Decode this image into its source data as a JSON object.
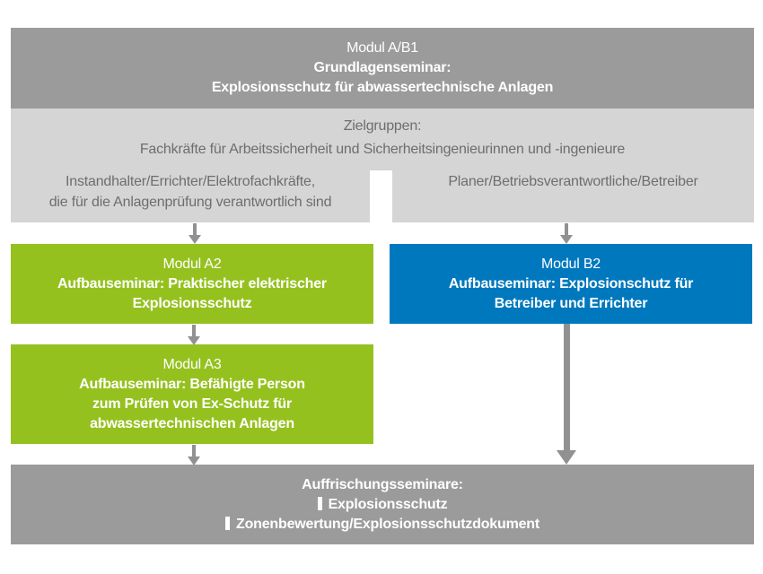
{
  "root_module": {
    "name": "Modul A/B1",
    "type": "Grundlagenseminar:",
    "topic": "Explosionsschutz für abwassertechnische Anlagen"
  },
  "target_groups": {
    "heading": "Zielgruppen:",
    "common": "Fachkräfte für Arbeitssicherheit und Sicherheitsingenieurinnen und -ingenieure",
    "left_line1": "Instandhalter/Errichter/Elektrofachkräfte,",
    "left_line2": "die für die Anlagenprüfung verantwortlich sind",
    "right_line1": "Planer/Betriebsverantwortliche/Betreiber"
  },
  "module_a2": {
    "name": "Modul A2",
    "line1": "Aufbauseminar: Praktischer elektrischer",
    "line2": "Explosionsschutz"
  },
  "module_b2": {
    "name": "Modul B2",
    "line1": "Aufbauseminar: Explosionschutz für",
    "line2": "Betreiber und Errichter"
  },
  "module_a3": {
    "name": "Modul A3",
    "line1": "Aufbauseminar: Befähigte Person",
    "line2": "zum Prüfen von Ex-Schutz für",
    "line3": "abwassertechnischen Anlagen"
  },
  "refresher": {
    "heading": "Auffrischungsseminare:",
    "items": [
      "Explosionsschutz",
      "Zonenbewertung/Explosionsschutzdokument"
    ]
  },
  "colors": {
    "dark_gray": "#9b9b9b",
    "light_gray": "#d5d5d5",
    "green": "#95c11f",
    "blue": "#0078be",
    "arrow_gray": "#919191",
    "text_gray": "#6e6e6e",
    "text_white": "#ffffff"
  }
}
